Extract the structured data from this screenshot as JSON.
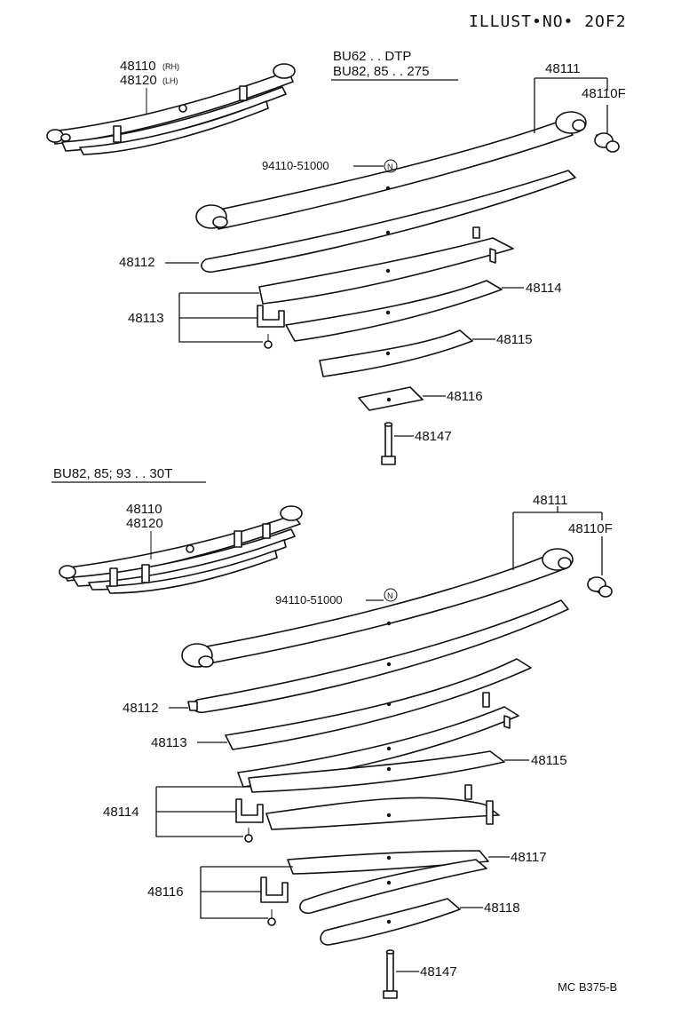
{
  "header": {
    "illust_no": "ILLUST•NO• 2OF2"
  },
  "upper": {
    "applicability_line1": "BU62 . . DTP",
    "applicability_line2": "BU82, 85 . . 275",
    "assembly_rh": "48110",
    "assembly_rh_suffix": "(RH)",
    "assembly_lh": "48120",
    "assembly_lh_suffix": "(LH)",
    "parts": {
      "p48111": "48111",
      "p48110f": "48110F",
      "p94110": "94110-51000",
      "p48112": "48112",
      "p48113": "48113",
      "p48114": "48114",
      "p48115": "48115",
      "p48116": "48116",
      "p48147": "48147"
    },
    "n_symbol": "N"
  },
  "lower": {
    "applicability": "BU82, 85; 93 . . 30T",
    "assembly_1": "48110",
    "assembly_2": "48120",
    "parts": {
      "p48111": "48111",
      "p48110f": "48110F",
      "p94110": "94110-51000",
      "p48112": "48112",
      "p48113": "48113",
      "p48114": "48114",
      "p48115": "48115",
      "p48116": "48116",
      "p48117": "48117",
      "p48118": "48118",
      "p48147": "48147"
    },
    "n_symbol": "N"
  },
  "footer": {
    "ref_code": "MC B375-B"
  }
}
